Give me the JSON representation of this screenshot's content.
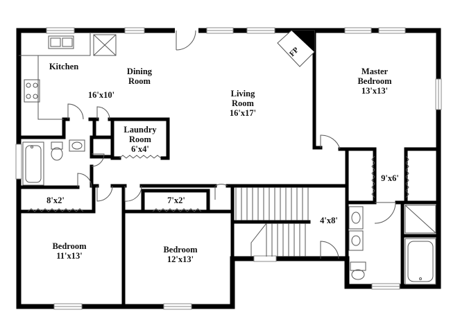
{
  "rooms": {
    "kitchen": {
      "name": "Kitchen"
    },
    "dining": {
      "line1": "Dining",
      "line2": "Room",
      "dims": "16'x10'"
    },
    "living": {
      "line1": "Living",
      "line2": "Room",
      "dims": "16'x17'"
    },
    "master": {
      "line1": "Master",
      "line2": "Bedroom",
      "dims": "13'x13'"
    },
    "laundry": {
      "line1": "Laundry",
      "line2": "Room",
      "dims": "6'x4'"
    },
    "closet_left": {
      "dims": "8'x2'"
    },
    "closet_mid": {
      "dims": "7'x2'"
    },
    "master_closet": {
      "dims": "9'x6'"
    },
    "landing": {
      "dims": "4'x8'"
    },
    "bedroom1": {
      "line1": "Bedroom",
      "dims": "11'x13'"
    },
    "bedroom2": {
      "line1": "Bedroom",
      "dims": "12'x13'"
    }
  },
  "fireplace": {
    "label": "FP"
  }
}
